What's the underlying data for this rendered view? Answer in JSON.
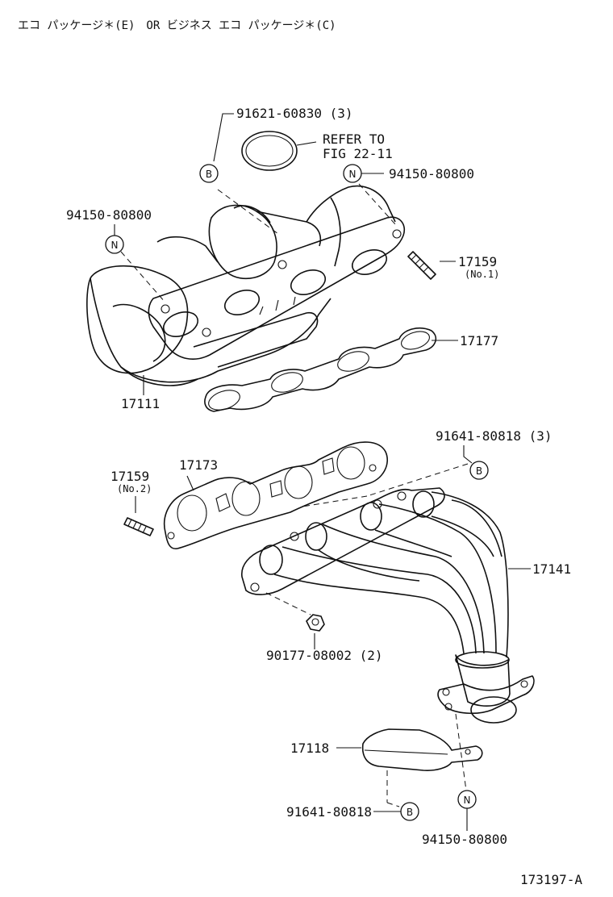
{
  "header": "エコ パッケージ＊(E)　OR ビジネス エコ パッケージ＊(C)",
  "diagram_id": "173197-A",
  "labels": {
    "p91621_60830": "91621-60830 (3)",
    "refer_to_1": "REFER TO",
    "refer_to_2": "FIG 22-11",
    "p94150_top_right": "94150-80800",
    "p94150_top_left": "94150-80800",
    "p17159_no1": "17159",
    "no1": "(No.1)",
    "p17177": "17177",
    "p17111": "17111",
    "p91641_top": "91641-80818 (3)",
    "p17159_no2": "17159",
    "no2": "(No.2)",
    "p17173": "17173",
    "p17141": "17141",
    "p90177": "90177-08002 (2)",
    "p17118": "17118",
    "p91641_bottom": "91641-80818",
    "p94150_bottom": "94150-80800"
  },
  "badges": {
    "b_top": "B",
    "n_top_right": "N",
    "n_top_left": "N",
    "b_mid": "B",
    "b_bottom": "B",
    "n_bottom": "N"
  }
}
